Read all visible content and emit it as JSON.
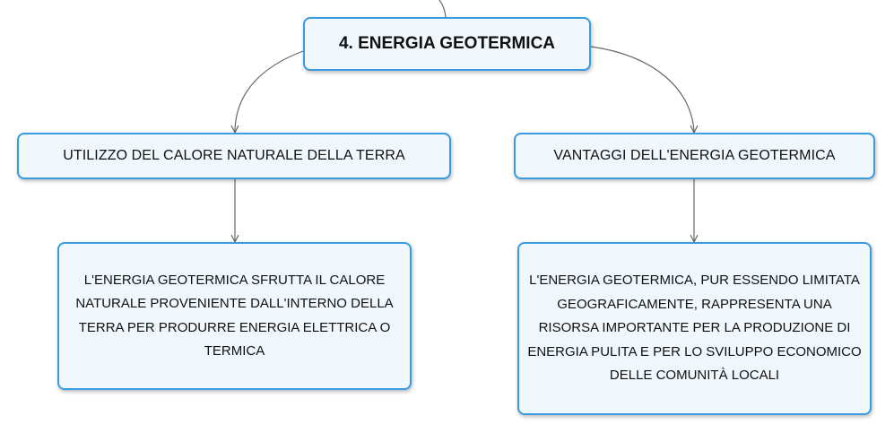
{
  "root": {
    "label": "4. ENERGIA GEOTERMICA"
  },
  "branches": [
    {
      "label": "UTILIZZO DEL CALORE NATURALE DELLA TERRA",
      "detail": "L'ENERGIA GEOTERMICA SFRUTTA IL CALORE NATURALE PROVENIENTE DALL'INTERNO DELLA TERRA PER PRODURRE ENERGIA ELETTRICA O TERMICA"
    },
    {
      "label": "VANTAGGI DELL'ENERGIA GEOTERMICA",
      "detail": "L'ENERGIA GEOTERMICA, PUR ESSENDO LIMITATA GEOGRAFICAMENTE, RAPPRESENTA UNA RISORSA IMPORTANTE PER LA PRODUZIONE DI ENERGIA PULITA E PER LO SVILUPPO ECONOMICO DELLE COMUNITÀ LOCALI"
    }
  ],
  "colors": {
    "node_border": "#3a9be0",
    "node_fill": "#f1f8fd",
    "connector": "#666666"
  }
}
